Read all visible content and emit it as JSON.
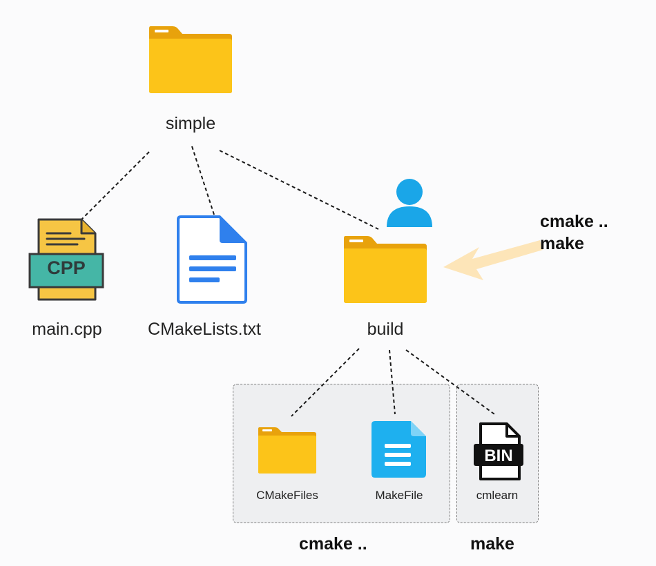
{
  "nodes": {
    "root": "simple",
    "main_cpp": "main.cpp",
    "main_cpp_badge": "CPP",
    "cmakelists": "CMakeLists.txt",
    "build": "build",
    "cmakefiles": "CMakeFiles",
    "makefile": "MakeFile",
    "cmlearn": "cmlearn",
    "cmlearn_badge": "BIN"
  },
  "commands": {
    "build_line1": "cmake ..",
    "build_line2": "make",
    "group_cmake": "cmake ..",
    "group_make": "make"
  },
  "colors": {
    "folder_body": "#fcc419",
    "folder_tab": "#e8a20c",
    "doc_blue": "#2f80ed",
    "doc_cyan": "#1eb0ef",
    "user_blue": "#1aa6e8",
    "cpp_teal": "#45b6a6",
    "arrow": "#fde5b8"
  }
}
